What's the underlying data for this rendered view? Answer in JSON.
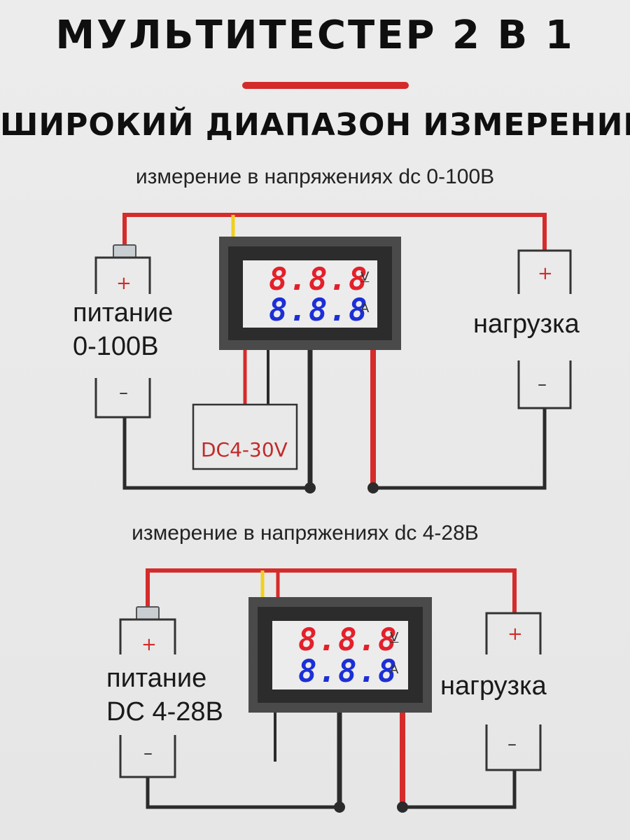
{
  "header": {
    "title": "МУЛЬТИТЕСТЕР 2 В 1",
    "subtitle": "ШИРОКИЙ ДИАПАЗОН ИЗМЕРЕНИЙ"
  },
  "colors": {
    "accent": "#d32a2a",
    "wire_red": "#d62b2b",
    "wire_black": "#2b2b2b",
    "wire_yellow": "#f0d020",
    "voltage_display": "#e3202a",
    "current_display": "#1c2fd6"
  },
  "diagram_1": {
    "caption": "измерение в напряжениях dc 0-100В",
    "source_label_line1": "питание",
    "source_label_line2": "0-100В",
    "load_label": "нагрузка",
    "plus": "+",
    "minus": "–",
    "display_voltage": "8.8.8",
    "display_current": "8.8.8",
    "unit_voltage": "V",
    "unit_current": "A",
    "aux_supply_label": "DC4-30V"
  },
  "diagram_2": {
    "caption": "измерение в напряжениях dc 4-28В",
    "source_label_line1": "питание",
    "source_label_line2": "DC 4-28В",
    "load_label": "нагрузка",
    "plus": "+",
    "minus": "–",
    "display_voltage": "8.8.8",
    "display_current": "8.8.8",
    "unit_voltage": "V",
    "unit_current": "A"
  }
}
